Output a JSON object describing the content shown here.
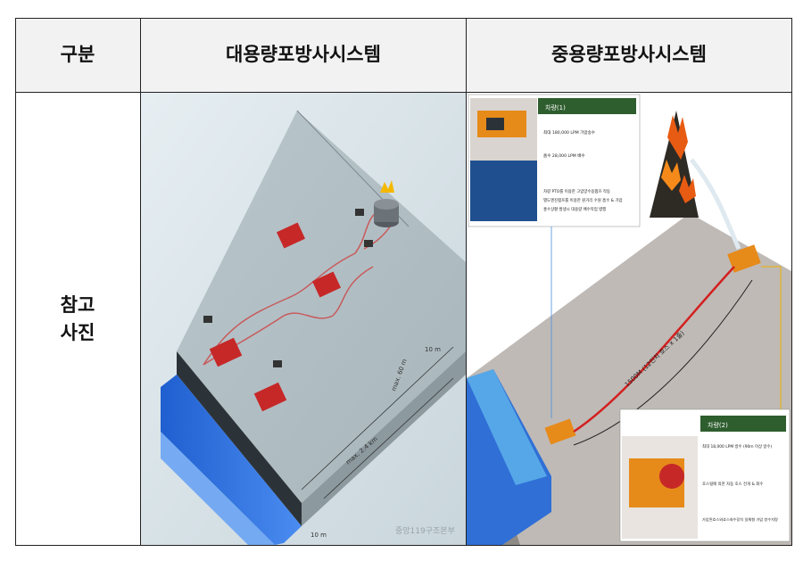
{
  "table": {
    "headers": [
      "구분",
      "대용량포방사시스템",
      "중용량포방사시스템"
    ],
    "row_label_line1": "참고",
    "row_label_line2": "사진"
  },
  "left_image": {
    "watermark": "중앙119구조본부",
    "dim_labels": [
      "max. 2.4 km",
      "max. 60 m",
      "10 m",
      "10 m"
    ]
  },
  "right_image": {
    "vehicle1": {
      "title": "차량(1)",
      "bullets": [
        "최대 180,000 LPM 가압송수",
        "흡수 28,000 LPM 배수",
        "차량 PTO를 이용한 고압양수용펌프 작동",
        "별도엔진펌프를 이용한 원거리 수원 흡수 & 가압",
        "홍수상황 발생시 대용량 배수작업 병행"
      ]
    },
    "vehicle2": {
      "title": "차량(2)",
      "bullets": [
        "최대 18,000 LPM 방수 (90m 이상 방수)",
        "호스릴에 의한 자동 호스 전개 & 회수",
        "가압된호스와호스회수장치 일체형 가압 방수차량"
      ]
    },
    "hose_label": "1500M (12인치 호스 x 1줄)"
  },
  "colors": {
    "vehicle": "#c62828",
    "water": "#2f6fd6",
    "header_bg": "#f2f2f2",
    "panel_header": "#2e5d2e"
  }
}
